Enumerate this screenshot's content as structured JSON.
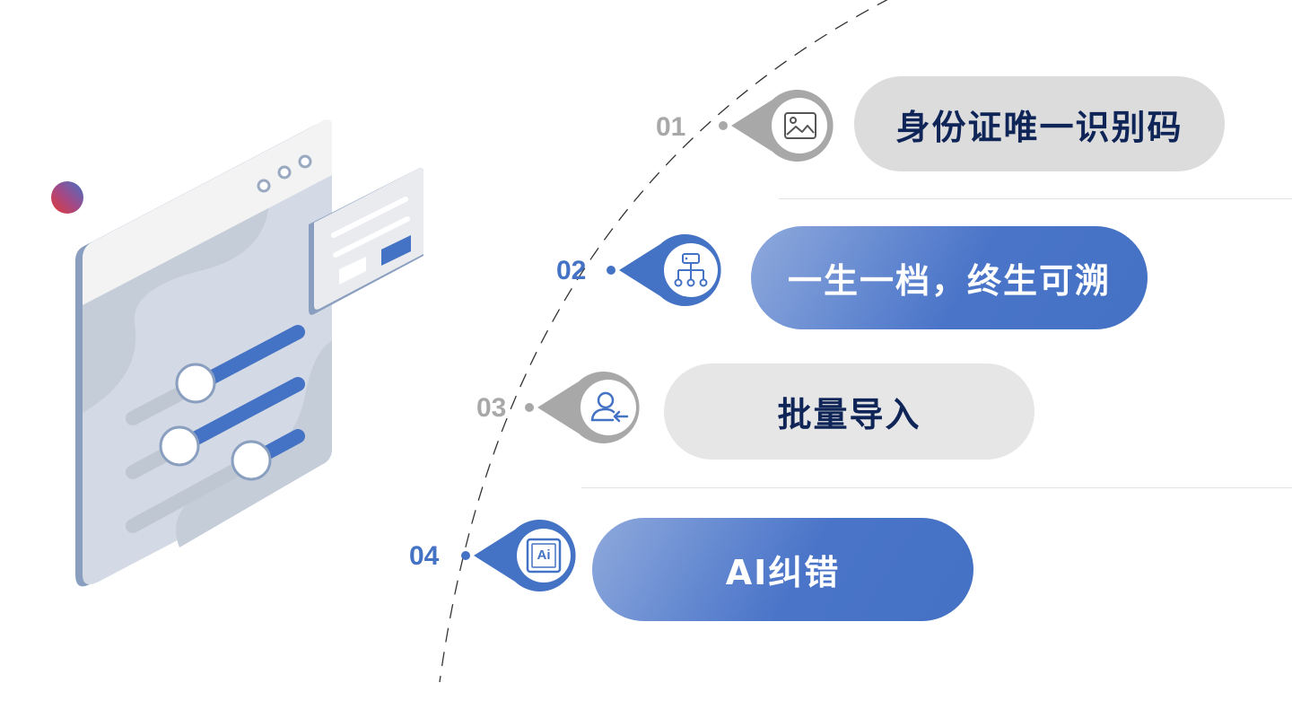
{
  "items": [
    {
      "number": "01",
      "label": "身份证唯一识别码",
      "icon": "image-icon",
      "style": "gray"
    },
    {
      "number": "02",
      "label": "一生一档，终生可溯",
      "icon": "hierarchy-icon",
      "style": "blue"
    },
    {
      "number": "03",
      "label": "批量导入",
      "icon": "user-import-icon",
      "style": "gray"
    },
    {
      "number": "04",
      "label": "AI纠错",
      "icon": "ai-icon",
      "style": "blue"
    }
  ],
  "ai_icon_text": "Ai",
  "colors": {
    "primary_blue": "#4472c4",
    "light_blue": "#8fa9dc",
    "pill_gray": "#dcdcdc",
    "pin_gray": "#a8a8a8",
    "dark_text": "#0f2557"
  }
}
